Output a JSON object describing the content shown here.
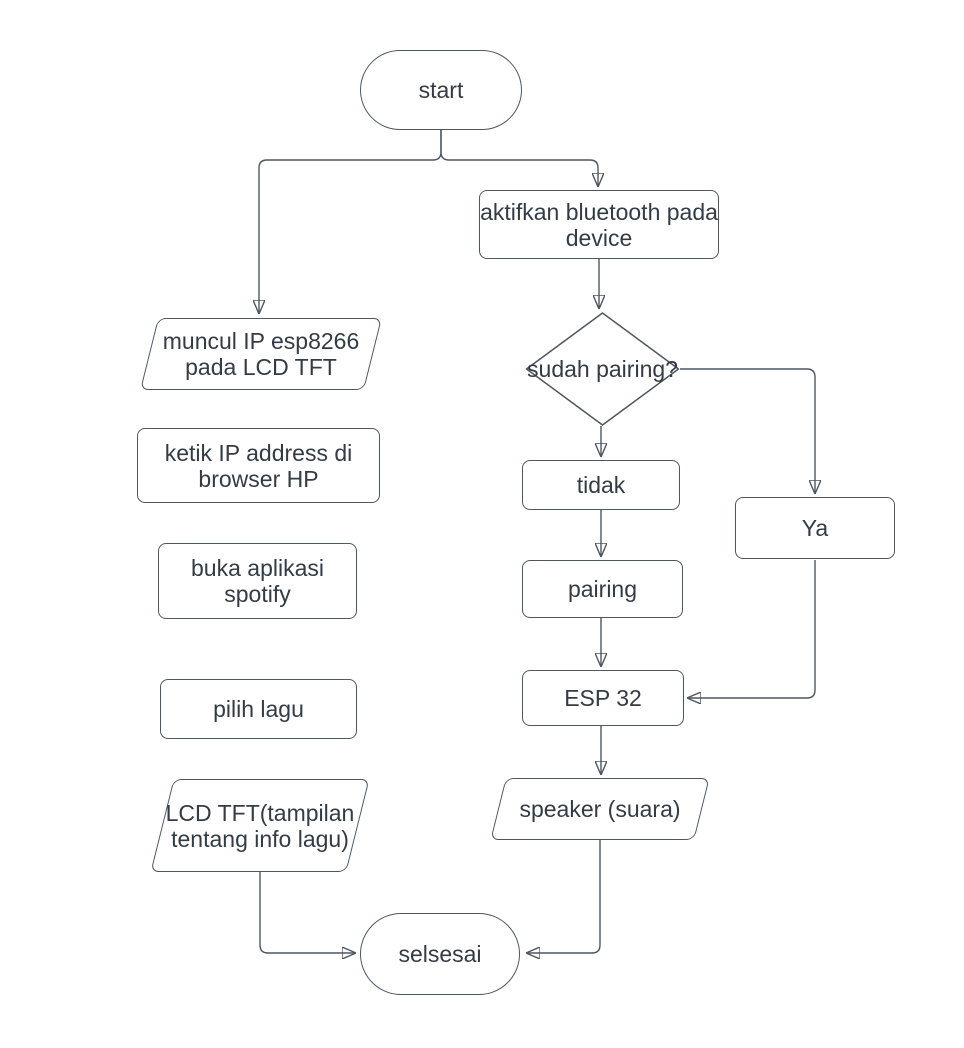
{
  "diagram": {
    "type": "flowchart",
    "nodes": {
      "start": {
        "label": "start",
        "shape": "terminator"
      },
      "aktifkan_bluetooth": {
        "label": "aktifkan bluetooth pada device",
        "shape": "process"
      },
      "sudah_pairing": {
        "label": "sudah pairing?",
        "shape": "decision"
      },
      "tidak": {
        "label": "tidak",
        "shape": "process"
      },
      "pairing": {
        "label": "pairing",
        "shape": "process"
      },
      "esp32": {
        "label": "ESP 32",
        "shape": "process"
      },
      "speaker": {
        "label": "speaker (suara)",
        "shape": "input-output"
      },
      "ya": {
        "label": "Ya",
        "shape": "process"
      },
      "muncul_ip": {
        "label": "muncul IP esp8266 pada LCD TFT",
        "shape": "input-output"
      },
      "ketik_ip": {
        "label": "ketik IP address di browser HP",
        "shape": "process"
      },
      "buka_spotify": {
        "label": "buka aplikasi spotify",
        "shape": "process"
      },
      "pilih_lagu": {
        "label": "pilih lagu",
        "shape": "process"
      },
      "lcd_tft": {
        "label": "LCD TFT(tampilan tentang info lagu)",
        "shape": "input-output"
      },
      "selesai": {
        "label": "selsesai",
        "shape": "terminator"
      }
    },
    "edges": [
      {
        "from": "start",
        "to": "muncul_ip"
      },
      {
        "from": "start",
        "to": "aktifkan_bluetooth"
      },
      {
        "from": "aktifkan_bluetooth",
        "to": "sudah_pairing"
      },
      {
        "from": "sudah_pairing",
        "to": "tidak"
      },
      {
        "from": "sudah_pairing",
        "to": "ya"
      },
      {
        "from": "tidak",
        "to": "pairing"
      },
      {
        "from": "pairing",
        "to": "esp32"
      },
      {
        "from": "ya",
        "to": "esp32"
      },
      {
        "from": "esp32",
        "to": "speaker"
      },
      {
        "from": "speaker",
        "to": "selesai"
      },
      {
        "from": "muncul_ip",
        "to": "ketik_ip"
      },
      {
        "from": "ketik_ip",
        "to": "buka_spotify"
      },
      {
        "from": "buka_spotify",
        "to": "pilih_lagu"
      },
      {
        "from": "pilih_lagu",
        "to": "lcd_tft"
      },
      {
        "from": "lcd_tft",
        "to": "selesai"
      }
    ],
    "colors": {
      "background": "#ffffff",
      "shape_fill": "#ffffff",
      "stroke": "#4d5760",
      "text": "#333b45",
      "arrow": "#333e4a"
    }
  }
}
